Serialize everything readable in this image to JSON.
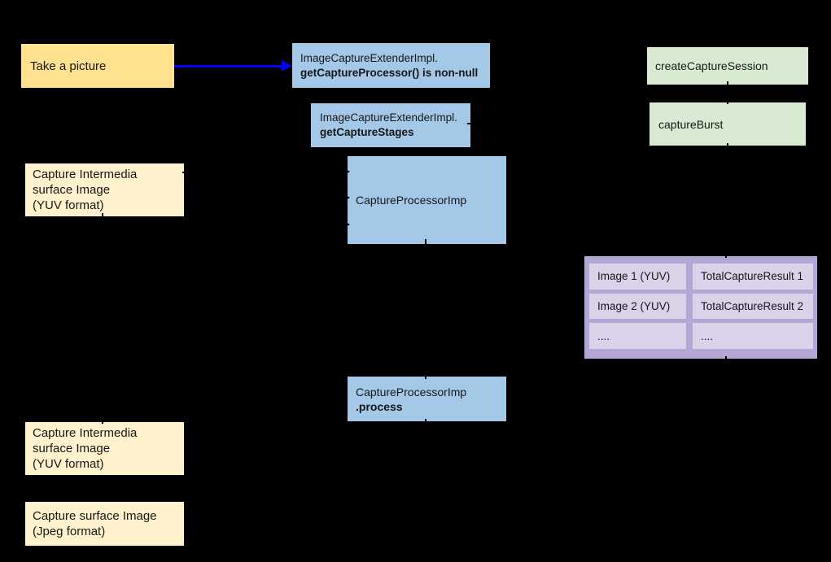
{
  "diagram": {
    "background_color": "#000000",
    "colors": {
      "take_picture_fill": "#FFE18F",
      "intermedia_fill": "#FFF2CC",
      "code_box_fill": "#A4C9E8",
      "session_fill": "#D9EAD3",
      "table_outer_fill": "#B4A7D6",
      "table_cell_fill": "#D9D2E9",
      "arrow_color": "#0004F6",
      "text_color": "#161616"
    },
    "nodes": {
      "take_picture": {
        "label": "Take a picture"
      },
      "get_capture_processor": {
        "line1": "ImageCaptureExtenderImpl.",
        "line2": "getCaptureProcessor() is non-null"
      },
      "get_capture_stages": {
        "line1": "ImageCaptureExtenderImpl.",
        "line2": "getCaptureStages"
      },
      "create_capture_session": {
        "label": "createCaptureSession"
      },
      "capture_burst": {
        "label": "captureBurst"
      },
      "capture_intermedia_top": {
        "line1": "Capture Intermedia",
        "line2": "surface Image",
        "line3": "(YUV format)"
      },
      "capture_processor_imp": {
        "label": "CaptureProcessorImp"
      },
      "capture_processor_process": {
        "line1": "CaptureProcessorImp",
        "line2": ".process"
      },
      "capture_intermedia_bottom": {
        "line1": "Capture Intermedia",
        "line2": "surface Image",
        "line3": "(YUV format)"
      },
      "capture_surface_jpeg": {
        "line1": "Capture surface Image",
        "line2": "(Jpeg format)"
      }
    },
    "result_table": {
      "rows": [
        {
          "image": "Image 1 (YUV)",
          "result": "TotalCaptureResult 1"
        },
        {
          "image": "Image 2 (YUV)",
          "result": "TotalCaptureResult 2"
        },
        {
          "image": "....",
          "result": "...."
        }
      ]
    }
  }
}
